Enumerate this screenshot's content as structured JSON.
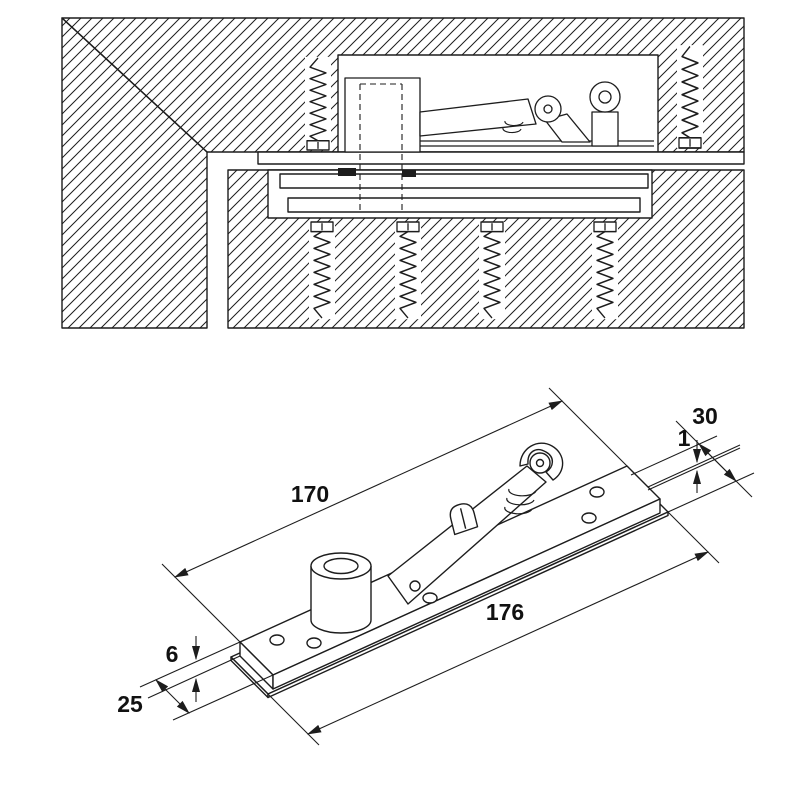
{
  "colors": {
    "background": "#ffffff",
    "line": "#1d1d1d"
  },
  "dimensions": {
    "plate_length": "170",
    "cover_width": "30",
    "cover_thickness": "1",
    "cover_length": "176",
    "plate_width": "25",
    "plate_thickness": "6"
  }
}
